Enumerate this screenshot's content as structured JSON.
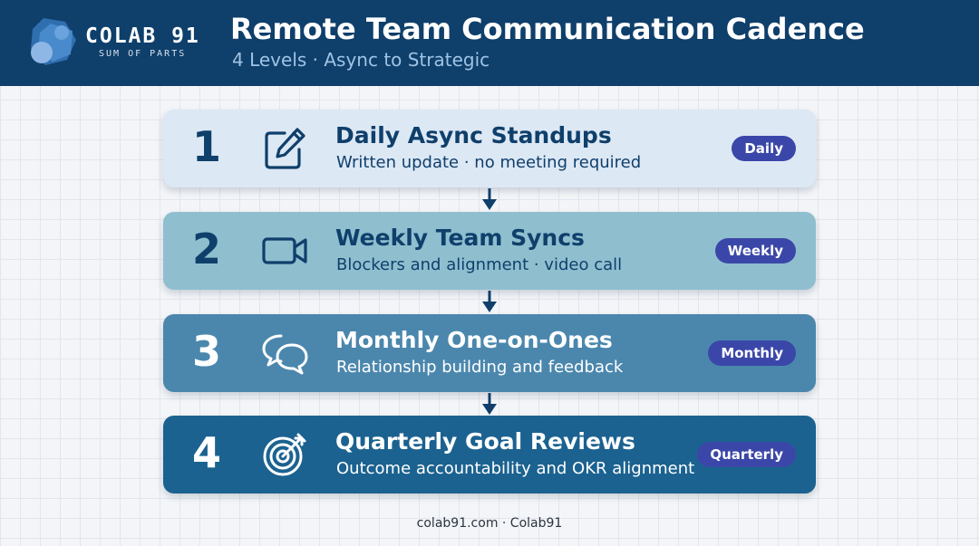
{
  "header": {
    "brand": "COLAB 91",
    "brand_tagline": "SUM OF PARTS",
    "title": "Remote Team Communication Cadence",
    "subtitle": "4 Levels · Async to Strategic"
  },
  "levels": [
    {
      "number": "1",
      "icon": "pencil-square-icon",
      "title": "Daily Async Standups",
      "description": "Written update · no meeting required",
      "badge": "Daily",
      "bg_color": "#dde8f5",
      "text_color": "#0f3f6b"
    },
    {
      "number": "2",
      "icon": "video-camera-icon",
      "title": "Weekly Team Syncs",
      "description": "Blockers and alignment · video call",
      "badge": "Weekly",
      "bg_color": "#8fbfcf",
      "text_color": "#0f3f6b"
    },
    {
      "number": "3",
      "icon": "chat-bubbles-icon",
      "title": "Monthly One-on-Ones",
      "description": "Relationship building and feedback",
      "badge": "Monthly",
      "bg_color": "#4b87ad",
      "text_color": "#ffffff"
    },
    {
      "number": "4",
      "icon": "target-arrow-icon",
      "title": "Quarterly Goal Reviews",
      "description": "Outcome accountability and OKR alignment",
      "badge": "Quarterly",
      "bg_color": "#1b6290",
      "text_color": "#ffffff"
    }
  ],
  "footer": {
    "text": "colab91.com · Colab91"
  },
  "colors": {
    "header_bg": "#0f3f6b",
    "badge_bg": "#3b47a8",
    "arrow": "#0f3f6b"
  }
}
